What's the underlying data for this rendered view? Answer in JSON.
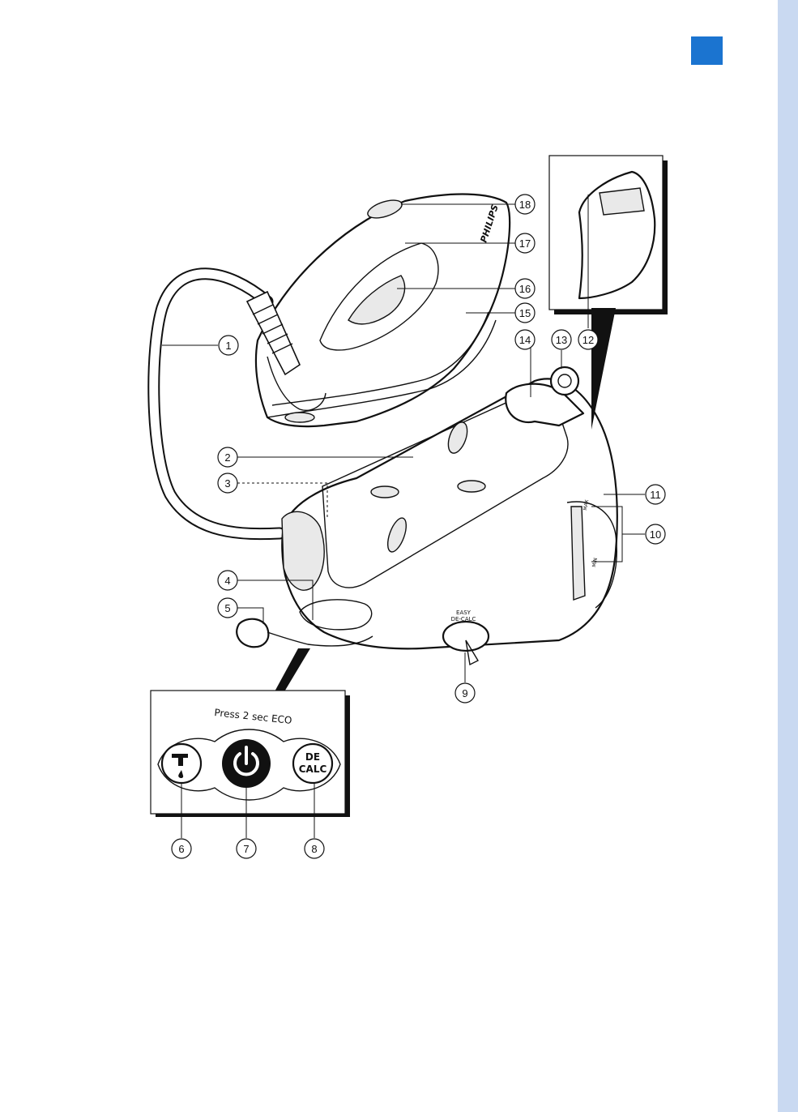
{
  "page": {
    "side_strip_color": "#c9d9f1",
    "corner_tab_color": "#1b74d0"
  },
  "product_labels": {
    "brand": "PHILIPS",
    "easy_decalc": [
      "EASY",
      "DE-CALC"
    ],
    "max_mark": "MAX",
    "min_mark": "MIN"
  },
  "control_panel": {
    "caption": "Press 2 sec ECO",
    "decalc_button": [
      "DE",
      "CALC"
    ]
  },
  "icons": {
    "power": "power-icon",
    "water_tap": "water-tap-icon",
    "lock": "lock-icon"
  },
  "callouts": [
    "1",
    "2",
    "3",
    "4",
    "5",
    "6",
    "7",
    "8",
    "9",
    "10",
    "11",
    "12",
    "13",
    "14",
    "15",
    "16",
    "17",
    "18"
  ]
}
